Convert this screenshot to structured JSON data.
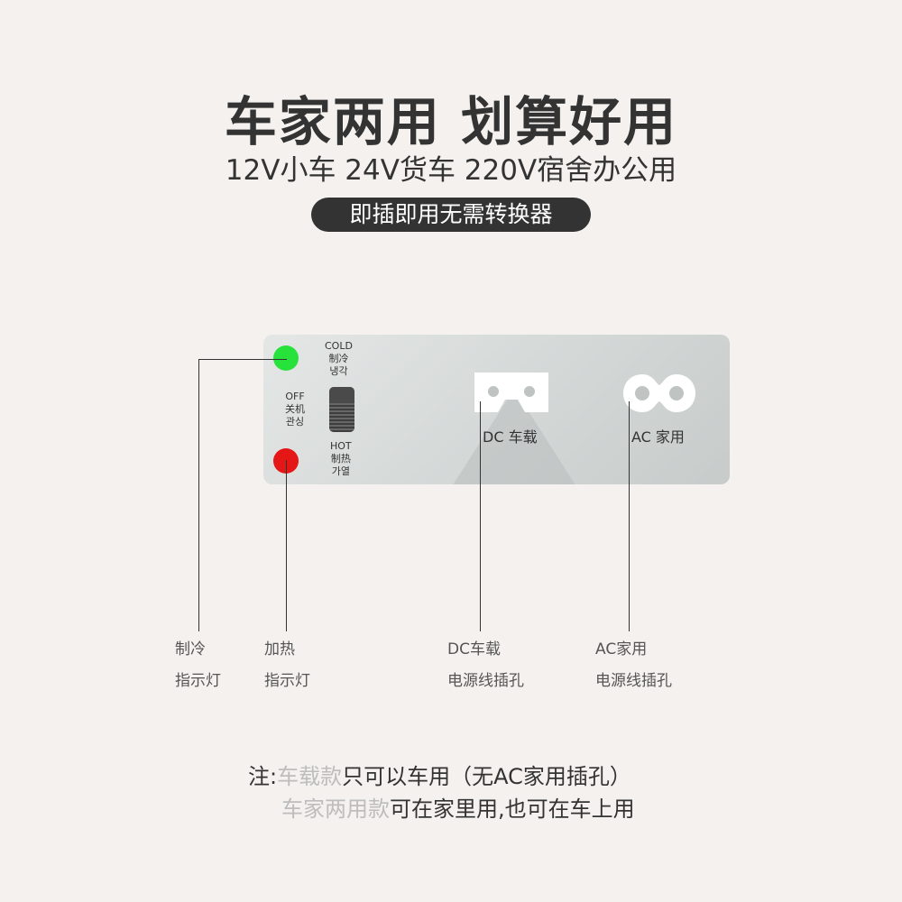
{
  "header": {
    "title": "车家两用 划算好用",
    "subtitle": "12V小车 24V货车 220V宿舍办公用",
    "badge": "即插即用无需转换器"
  },
  "panel": {
    "cold_label": [
      "COLD",
      "制冷",
      "냉각"
    ],
    "off_label": [
      "OFF",
      "关机",
      "관싱"
    ],
    "hot_label": [
      "HOT",
      "制热",
      "가열"
    ],
    "dc_label": "DC 车载",
    "ac_label": "AC 家用",
    "colors": {
      "cold_led": "#27e23a",
      "hot_led": "#e41616"
    }
  },
  "callouts": {
    "cold": [
      "制冷",
      "指示灯"
    ],
    "hot": [
      "加热",
      "指示灯"
    ],
    "dc": [
      "DC车载",
      "电源线插孔"
    ],
    "ac": [
      "AC家用",
      "电源线插孔"
    ]
  },
  "note": {
    "prefix": "注:",
    "line1_gray": "车载款",
    "line1_text": "只可以车用（无AC家用插孔）",
    "line2_gray": "车家两用款",
    "line2_text": "可在家里用,也可在车上用"
  }
}
